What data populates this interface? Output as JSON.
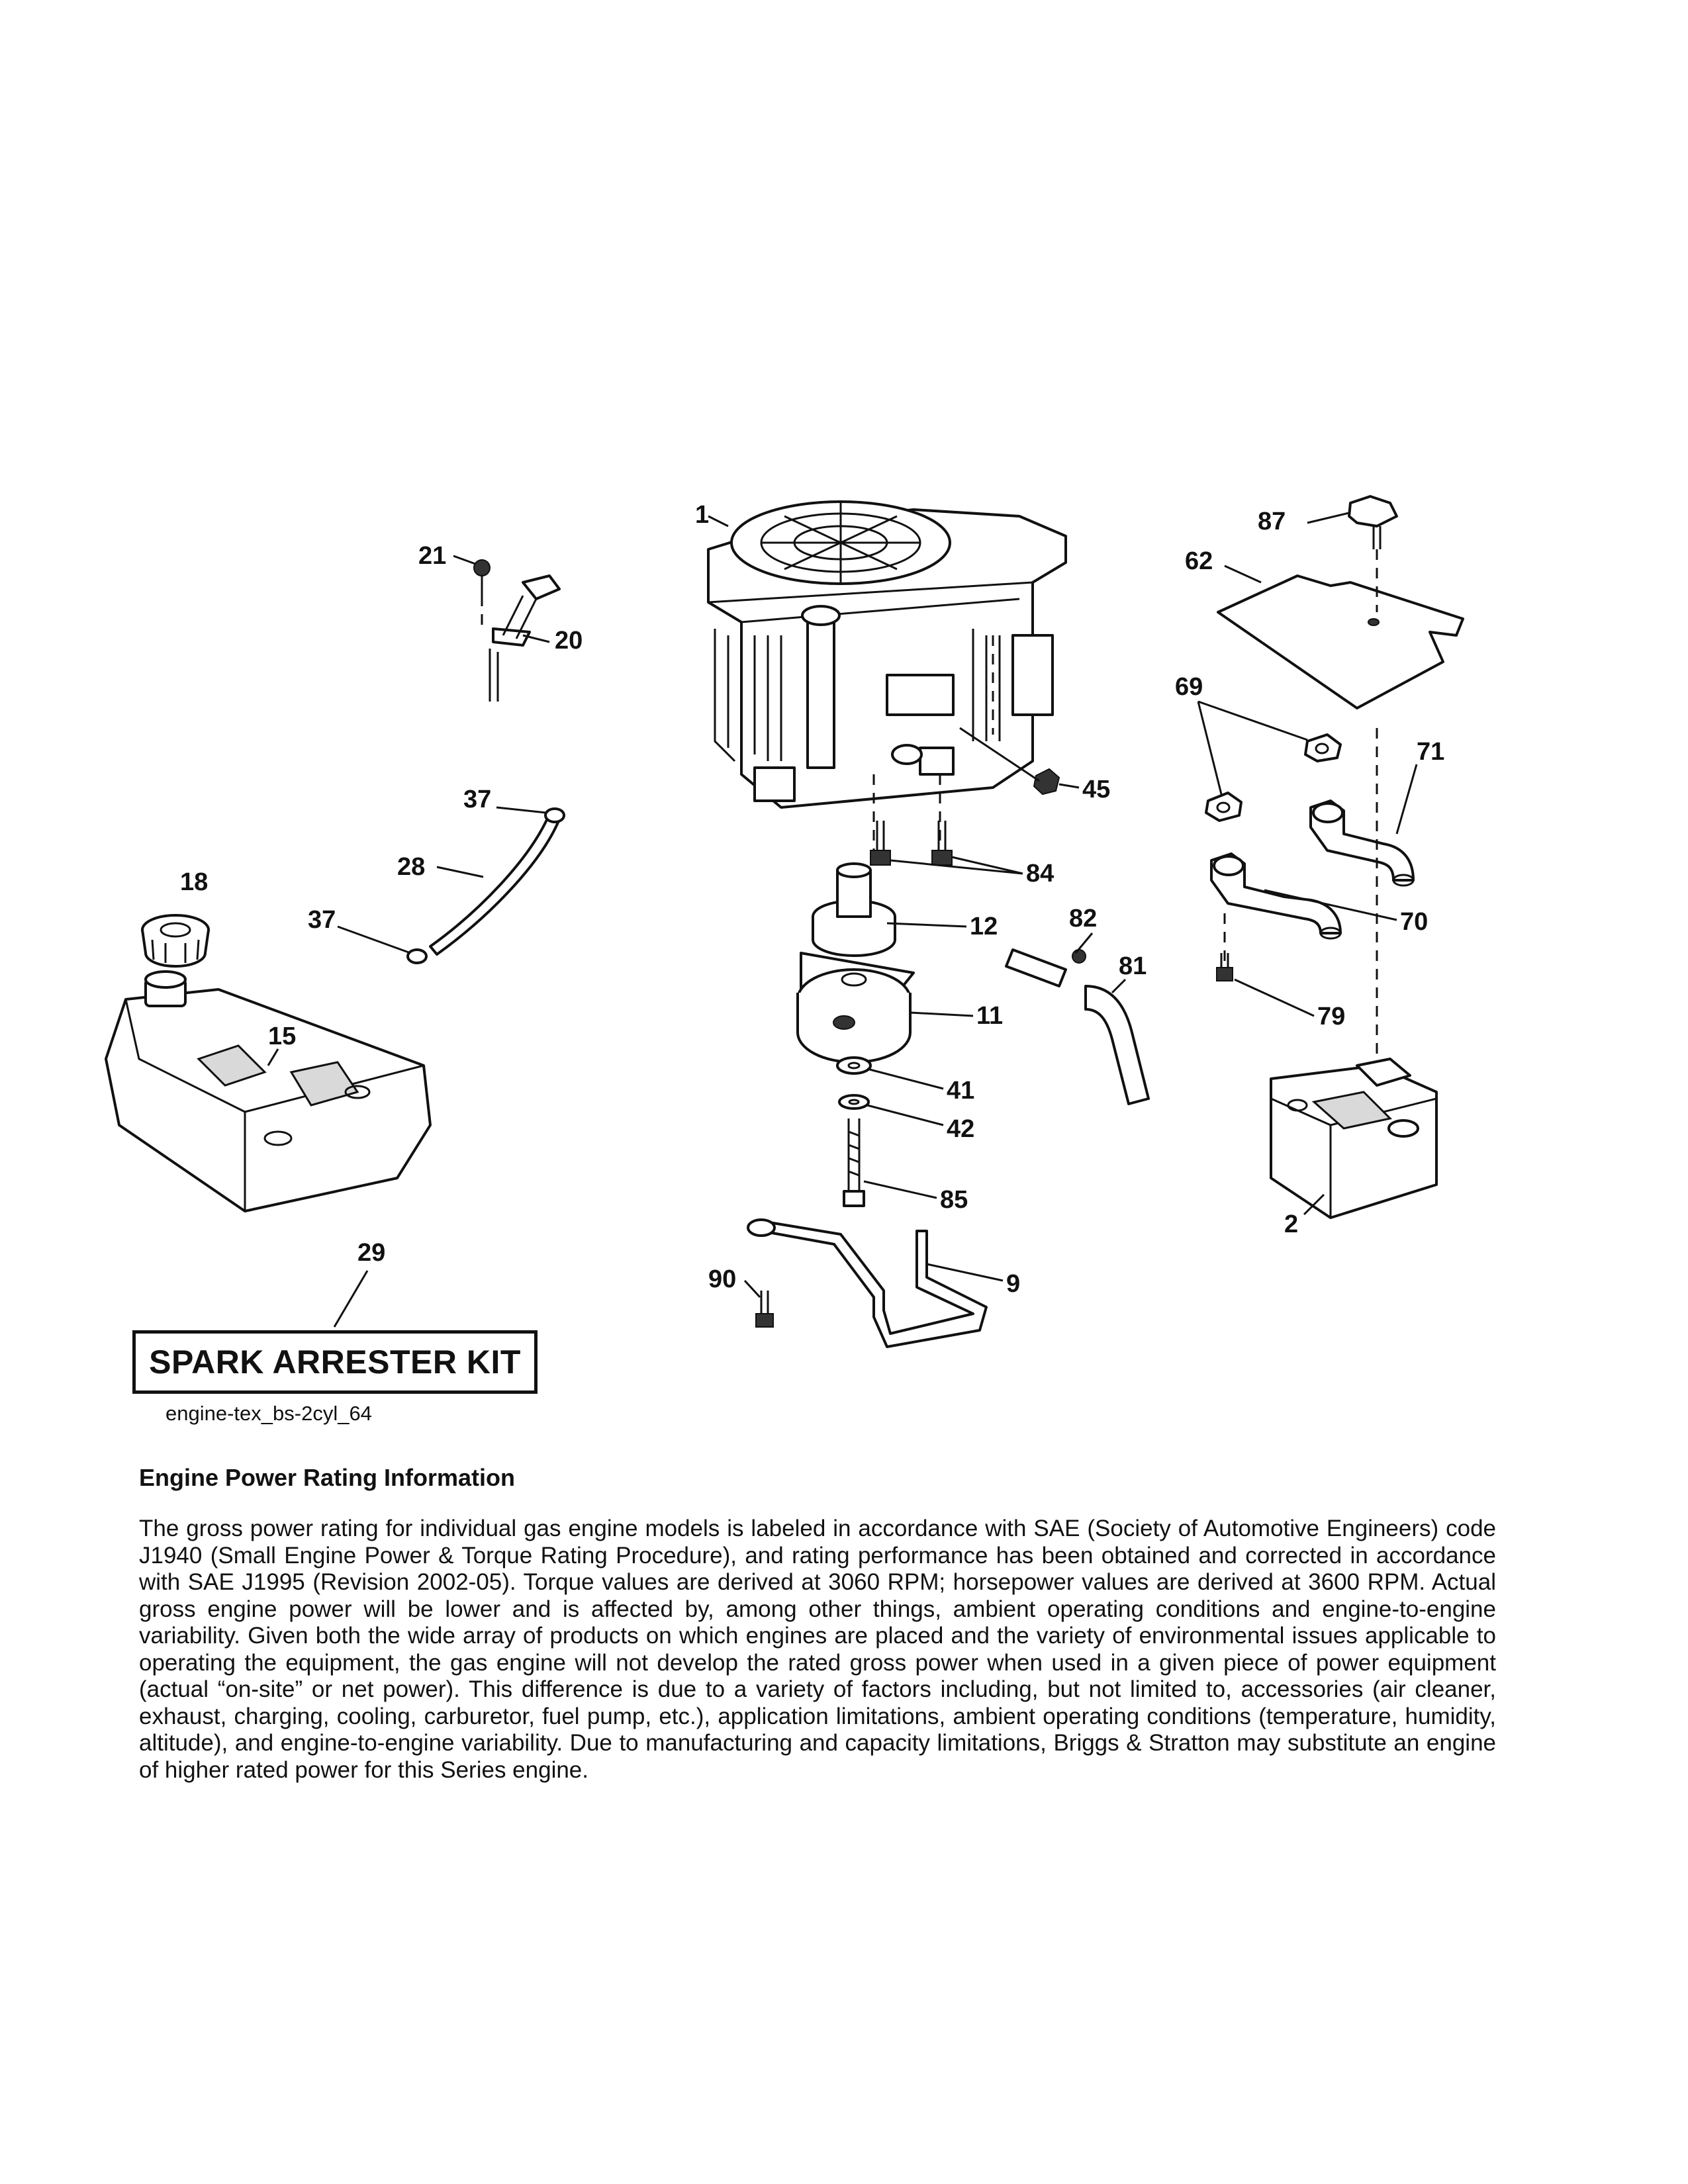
{
  "callouts": {
    "c1": "1",
    "c2": "2",
    "c9": "9",
    "c11": "11",
    "c12": "12",
    "c15": "15",
    "c18": "18",
    "c20": "20",
    "c21": "21",
    "c28": "28",
    "c29": "29",
    "c37a": "37",
    "c37b": "37",
    "c41": "41",
    "c42": "42",
    "c45": "45",
    "c62": "62",
    "c69": "69",
    "c70": "70",
    "c71": "71",
    "c79": "79",
    "c81": "81",
    "c82": "82",
    "c84": "84",
    "c85": "85",
    "c87": "87",
    "c90": "90"
  },
  "kit_label": "SPARK ARRESTER KIT",
  "drawing_id": "engine-tex_bs-2cyl_64",
  "section": {
    "title": "Engine Power Rating Information",
    "body": "The gross power rating for individual gas engine models is labeled in accordance with SAE (Society of Automotive Engineers) code J1940 (Small Engine Power & Torque Rating Procedure), and rating performance has been obtained and corrected in accordance with SAE J1995 (Revision 2002-05). Torque values are derived at 3060 RPM; horsepower values are derived at 3600 RPM. Actual gross engine power will be lower and is affected by, among other things, ambient operating conditions and engine-to-engine variability. Given both the wide array of products on which engines are placed and the variety of environmental issues applicable to operating the equipment, the gas engine will not develop the rated gross power when used in a given piece of power equipment (actual “on-site” or net power). This difference is due to a variety of factors including, but not limited to, accessories (air cleaner, exhaust, charging, cooling, carburetor, fuel pump, etc.), application limitations, ambient operating conditions (temperature, humidity, altitude), and engine-to-engine variability. Due to manufacturing and capacity limitations, Briggs & Stratton may substitute an engine of higher rated power for this Series engine."
  }
}
